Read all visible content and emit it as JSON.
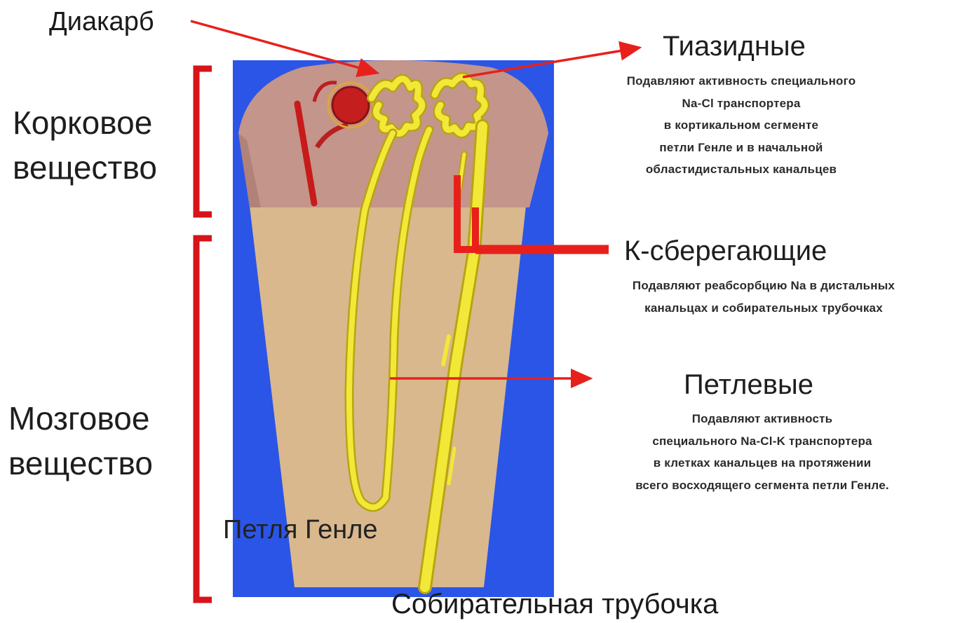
{
  "labels": {
    "diakarb": "Диакарб",
    "cortex": [
      "Корковое",
      "вещество"
    ],
    "medulla": [
      "Мозговое",
      "вещество"
    ],
    "loop_of_henle": "Петля Генле",
    "collecting_duct": "Собирательная трубочка"
  },
  "drug_groups": [
    {
      "name": "Тиазидные",
      "description": [
        "Подавляют активность специального",
        "Na-Cl транспортера",
        "в кортикальном сегменте",
        "петли Генле и в начальной",
        "областидистальных канальцев"
      ]
    },
    {
      "name": "К-сберегающие",
      "description": [
        "Подавляют реабсорбцию Na  в дистальных",
        "канальцах и собирательных трубочках"
      ]
    },
    {
      "name": "Петлевые",
      "description": [
        "Подавляют активность",
        "специального Na-Cl-K транспортера",
        "в клетках канальцев на протяжении",
        "всего восходящего сегмента петли Генле."
      ]
    }
  ],
  "colors": {
    "background_panel": "#2b55e6",
    "cortex_tissue": "#c4958a",
    "medulla_tissue": "#d9b88e",
    "tubule": "#f2e838",
    "tubule_outline": "#b9a410",
    "arrows": "#e8201c",
    "brackets": "#d6141a",
    "glomerulus": "#c41e1e"
  }
}
